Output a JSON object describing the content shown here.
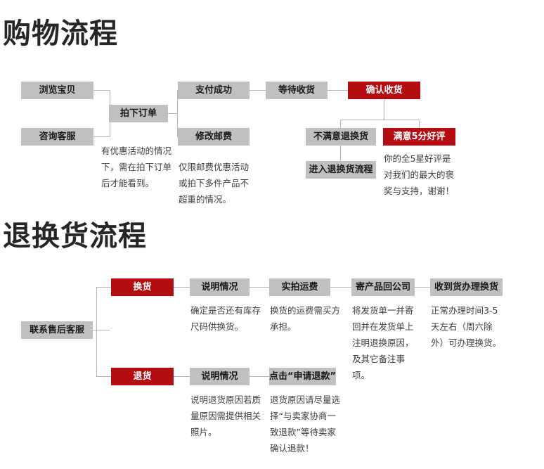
{
  "sections": [
    {
      "id": "shopping",
      "title": "购物流程",
      "boxes": {
        "browse": "浏览宝贝",
        "consult": "咨询客服",
        "place_order": "拍下订单",
        "pay_success": "支付成功",
        "modify_shipping": "修改邮费",
        "await_delivery": "等待收货",
        "confirm_receipt": "确认收货",
        "dissatisfied_return": "不满意退换货",
        "enter_return_flow": "进入退换货流程",
        "satisfied_review": "满意5分好评"
      },
      "notes": {
        "place_order_note": "有优惠活动的情况下，需在拍下订单后才能看到。",
        "modify_shipping_note": "仅限邮费优惠活动或拍下多件产品不超重的情况。",
        "review_note": "你的全5星好评是对我们的最大的褒奖与支持，谢谢！"
      }
    },
    {
      "id": "return",
      "title": "退换货流程",
      "boxes": {
        "contact_service": "联系售后客服",
        "exchange": "换货",
        "exchange_explain": "说明情况",
        "exchange_shipping": "实拍运费",
        "exchange_send_back": "寄产品回公司",
        "exchange_received": "收到货办理换货",
        "refund": "退货",
        "refund_explain": "说明情况",
        "refund_apply": "点击“申请退款”"
      },
      "notes": {
        "exchange_explain_note": "确定是否还有库存尺码供换货。",
        "exchange_shipping_note": "换货的运费需买方承担。",
        "exchange_send_back_note": "将发货单一并寄回并在发货单上注明退换原因，及其它备注事项。",
        "exchange_received_note": "正常办理时间3-5天左右（周六除外）可办理换货。",
        "refund_explain_note": "说明退货原因若质量原因需提供相关照片。",
        "refund_apply_note": "退货原因请尽量选择“与卖家协商一致退款”等待卖家确认退款！"
      }
    }
  ],
  "colors": {
    "box_gray": "#c0c0c0",
    "box_red": "#b50c12",
    "connector": "#b5b5b5",
    "title_text": "#262626",
    "note_text": "#3d3d3d"
  }
}
